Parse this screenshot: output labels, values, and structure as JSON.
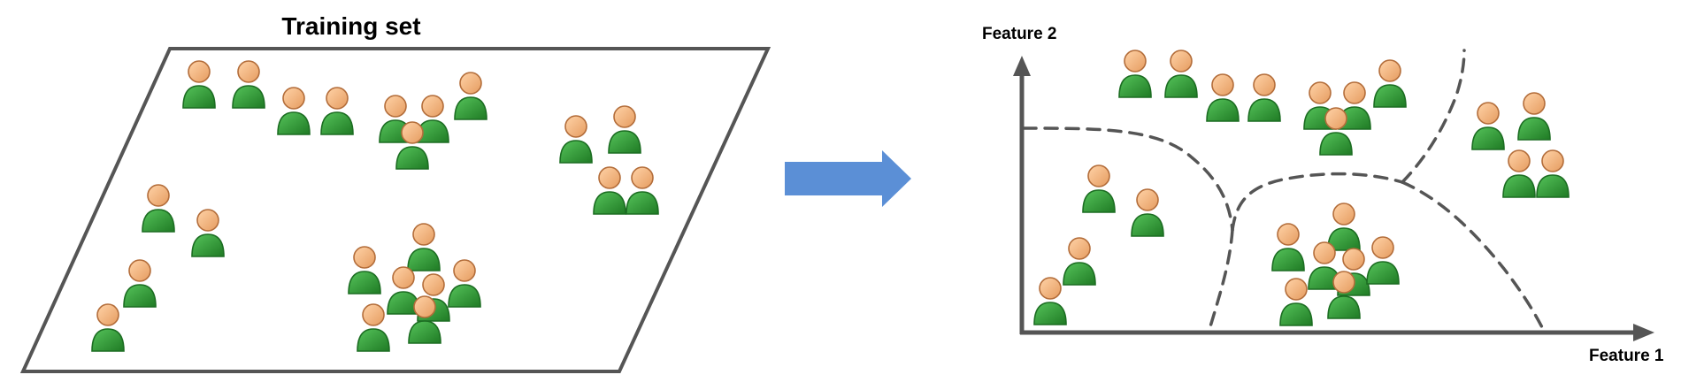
{
  "left_panel": {
    "title": "Training set"
  },
  "right_panel": {
    "y_axis_label": "Feature 2",
    "x_axis_label": "Feature 1"
  },
  "colors": {
    "outline": "#555555",
    "arrow": "#5b8fd6",
    "person_body": "#2f9b35",
    "person_body_dark": "#1c6d22",
    "person_head": "#f2b27e",
    "person_head_dark": "#b36d3a",
    "boundary": "#555555"
  },
  "icons": {
    "person": "person-icon",
    "transform_arrow": "right-arrow-icon"
  }
}
